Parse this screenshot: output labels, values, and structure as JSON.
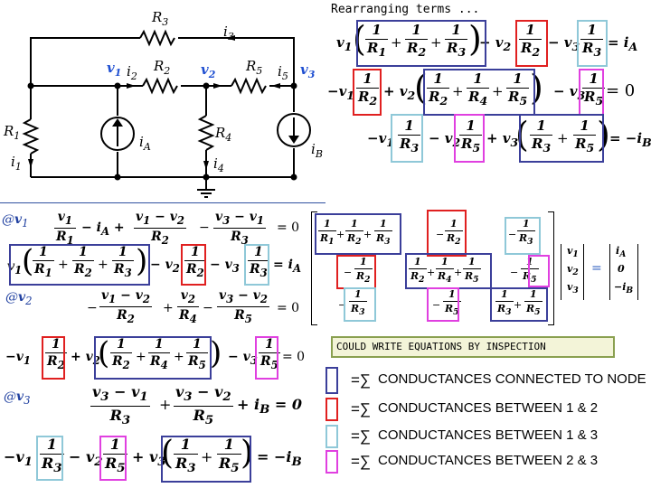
{
  "header": {
    "rearranging": "Rearranging terms ..."
  },
  "circuit": {
    "labels": {
      "R3": "R3",
      "i3": "i3",
      "v1": "v1",
      "i2": "i2",
      "R2": "R2",
      "v2": "v2",
      "R5": "R5",
      "i5": "i5",
      "v3": "v3",
      "R1": "R1",
      "iA": "iA",
      "R4": "R4",
      "iB": "iB",
      "i1": "i1",
      "i4": "i4"
    },
    "colors": {
      "node_label": "#1f4fd1",
      "wire": "#000000"
    }
  },
  "node_eqs": {
    "at_v1": "@v1",
    "at_v2": "@v2",
    "at_v3": "@v3"
  },
  "bottom_right": {
    "inspection": "COULD WRITE EQUATIONS BY INSPECTION",
    "legend": [
      {
        "text": "CONDUCTANCES CONNECTED TO NODE",
        "color": "#3b3f9a"
      },
      {
        "text": "CONDUCTANCES BETWEEN 1 & 2",
        "color": "#e02020"
      },
      {
        "text": "CONDUCTANCES BETWEEN 1 & 3",
        "color": "#8fc8d8"
      },
      {
        "text": "CONDUCTANCES BETWEEN 2 & 3",
        "color": "#e040e0"
      }
    ]
  },
  "matrix": {
    "rhs": [
      "iA",
      "0",
      "−iB"
    ],
    "vars": [
      "v1",
      "v2",
      "v3"
    ]
  },
  "colors": {
    "navy": "#3b3f9a",
    "red": "#e02020",
    "lightblue": "#8fc8d8",
    "magenta": "#e040e0",
    "inspection_bg": "#f3f4d8",
    "inspection_border": "#8aa050"
  }
}
